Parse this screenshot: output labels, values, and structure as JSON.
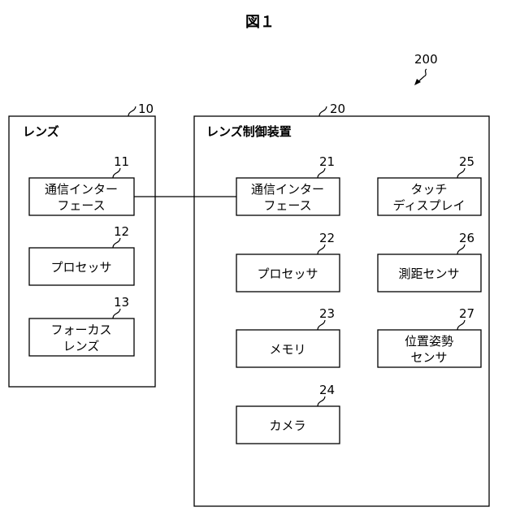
{
  "figure": {
    "title": "図１",
    "system_ref": "200"
  },
  "lens": {
    "ref": "10",
    "label": "レンズ",
    "blocks": [
      {
        "ref": "11",
        "lines": [
          "通信インター",
          "フェース"
        ]
      },
      {
        "ref": "12",
        "lines": [
          "プロセッサ"
        ]
      },
      {
        "ref": "13",
        "lines": [
          "フォーカス",
          "レンズ"
        ]
      }
    ]
  },
  "controller": {
    "ref": "20",
    "label": "レンズ制御装置",
    "blocks": [
      {
        "ref": "21",
        "lines": [
          "通信インター",
          "フェース"
        ]
      },
      {
        "ref": "22",
        "lines": [
          "プロセッサ"
        ]
      },
      {
        "ref": "23",
        "lines": [
          "メモリ"
        ]
      },
      {
        "ref": "24",
        "lines": [
          "カメラ"
        ]
      },
      {
        "ref": "25",
        "lines": [
          "タッチ",
          "ディスプレイ"
        ]
      },
      {
        "ref": "26",
        "lines": [
          "測距センサ"
        ]
      },
      {
        "ref": "27",
        "lines": [
          "位置姿勢",
          "センサ"
        ]
      }
    ]
  }
}
